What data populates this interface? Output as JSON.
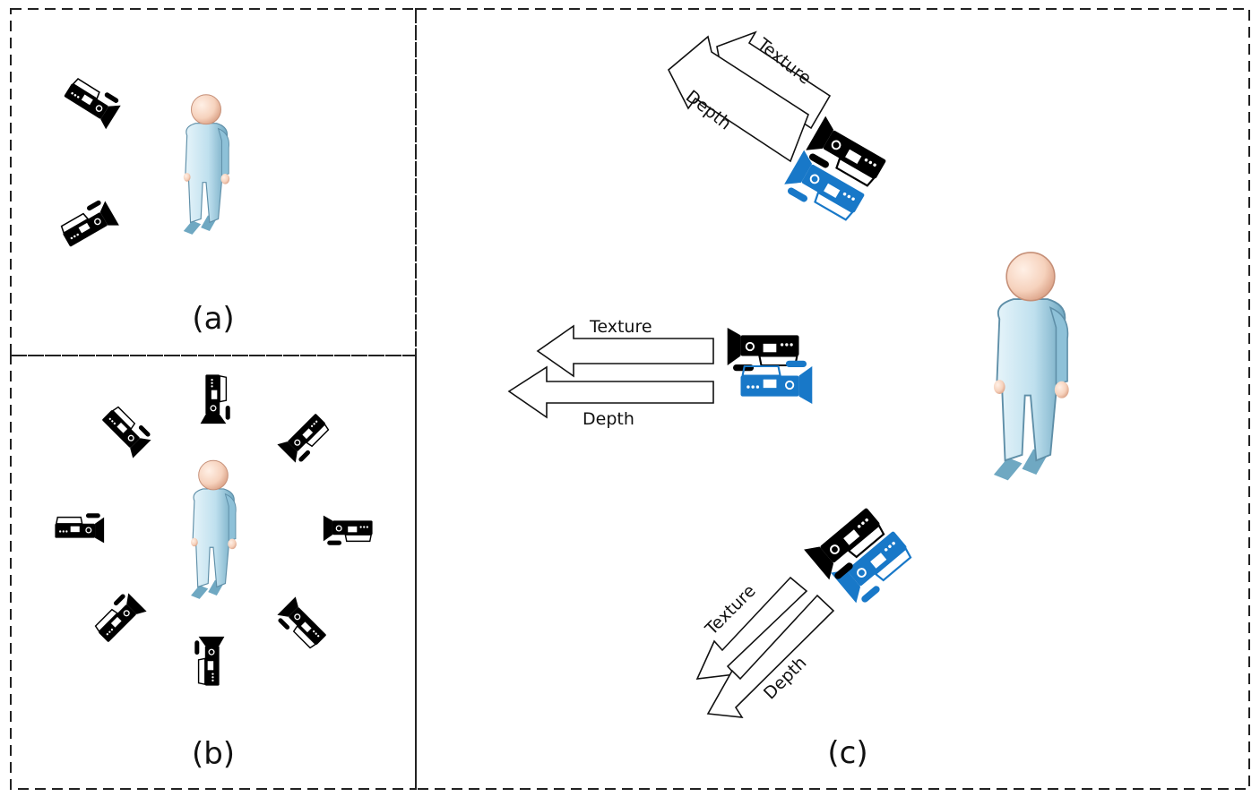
{
  "panels": {
    "a": {
      "label": "(a)"
    },
    "b": {
      "label": "(b)"
    },
    "c": {
      "label": "(c)"
    }
  },
  "arrows": {
    "top_texture": "Texture",
    "top_depth": "Depth",
    "mid_texture": "Texture",
    "mid_depth": "Depth",
    "bot_texture": "Texture",
    "bot_depth": "Depth"
  },
  "colors": {
    "depth_camera": "#1878c8",
    "texture_camera": "#000000",
    "person_body": "#bfe0ee",
    "person_head": "#f6d2bd",
    "border": "#222222"
  },
  "icons": {
    "camera": "video-camera-icon",
    "person": "standing-person-icon"
  }
}
